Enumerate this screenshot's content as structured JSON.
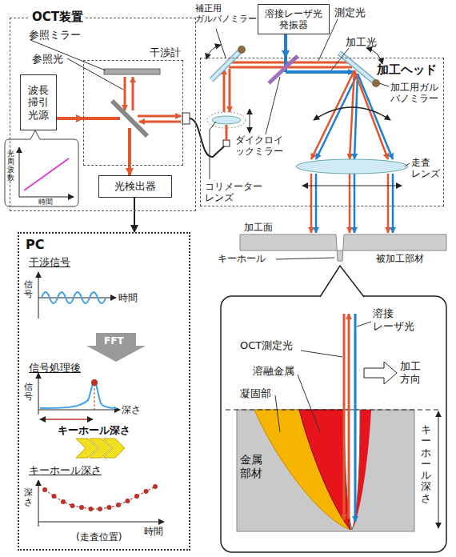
{
  "diagram": {
    "nodes": [
      {
        "text": [
          "OCT装置"
        ]
      },
      {
        "text": [
          "干渉計"
        ],
        "in": 0
      },
      {
        "text": [
          "波長 掃引 光源"
        ],
        "in": 0
      },
      {
        "text": [
          "光検出器"
        ],
        "in": 0
      },
      {
        "text": [
          "PC"
        ]
      },
      {
        "text": [
          "加工ヘッド"
        ]
      },
      {
        "text": [
          "溶接レーザ光 発振器"
        ]
      }
    ],
    "edges": [
      {
        "from": 2,
        "to": 1,
        "arrow": "to"
      },
      {
        "from": 1,
        "to": 3,
        "arrow": "to"
      },
      {
        "from": 3,
        "to": 4,
        "arrow": "to"
      },
      {
        "from": 6,
        "to": 5,
        "arrow": "to"
      }
    ],
    "labels": [
      "参照ミラー",
      "参照光",
      "光周波数",
      "時間",
      "干渉信号",
      "信号",
      "時間",
      "FFT",
      "信号処理後",
      "信号",
      "深さ",
      "キーホール深さ",
      "キーホール深さ",
      "深さ",
      "時間",
      "(走査位置)",
      "補正用 ガルバノミラー",
      "測定光",
      "加工光",
      "加工用ガル バノミラー",
      "ダイクロイ ックミラー",
      "コリメーター レンズ",
      "走査 レンズ",
      "加工面",
      "キーホール",
      "被加工部材",
      "OCT測定光",
      "溶接 レーザ光",
      "溶融金属",
      "加工 方向",
      "凝固部",
      "金属 部材",
      "キーホール深さ"
    ]
  }
}
